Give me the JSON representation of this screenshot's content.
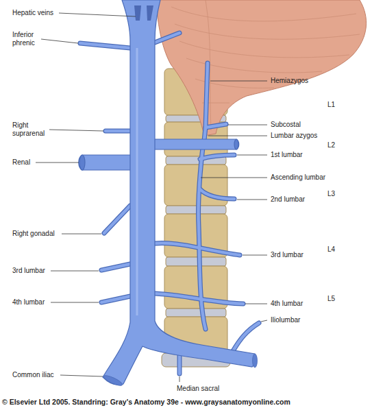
{
  "diagram": {
    "caption": "© Elsevier Ltd 2005. Standring: Gray's Anatomy 39e - www.graysanatomyonline.com",
    "labels": [
      "Hepatic veins",
      "Inferior phrenic",
      "Hemiazygos",
      "L1",
      "Right suprarenal",
      "Subcostal",
      "Lumbar azygos",
      "L2",
      "Renal",
      "1st lumbar",
      "Ascending lumbar",
      "L3",
      "2nd lumbar",
      "Right gonadal",
      "3rd lumbar",
      "3rd lumbar",
      "L4",
      "4th lumbar",
      "4th lumbar",
      "L5",
      "Iliolumbar",
      "Common iliac",
      "Median sacral"
    ]
  }
}
